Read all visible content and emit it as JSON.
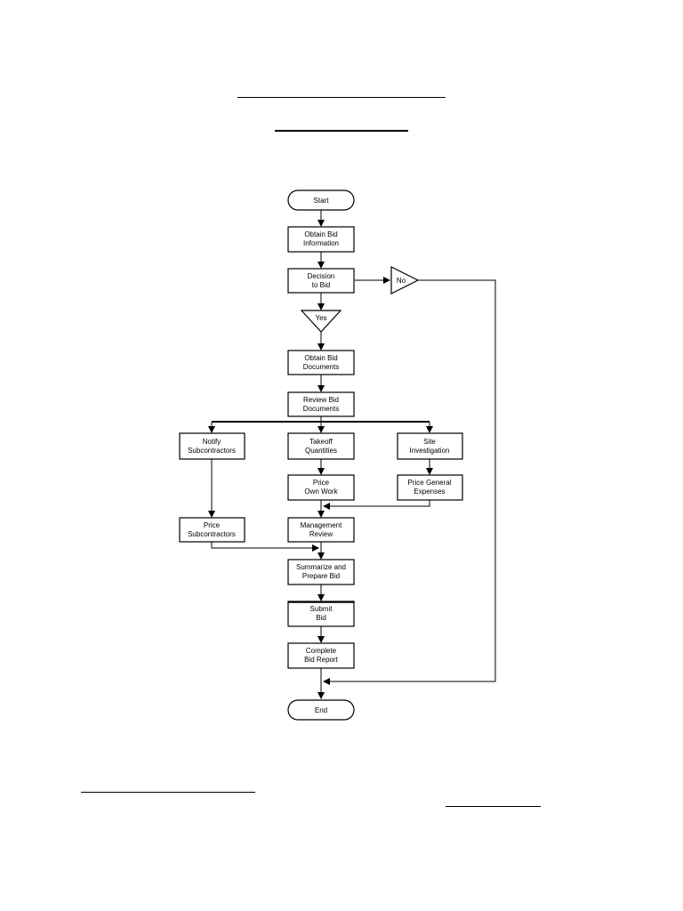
{
  "header": {
    "title_blank": "",
    "subtitle_blank": ""
  },
  "flowchart": {
    "nodes": {
      "start": "Start",
      "obtain_bid_info": [
        "Obtain Bid",
        "Information"
      ],
      "decision_to_bid": [
        "Decision",
        "to Bid"
      ],
      "no": "No",
      "yes": "Yes",
      "obtain_bid_docs": [
        "Obtain Bid",
        "Documents"
      ],
      "review_bid_docs": [
        "Review Bid",
        "Documents"
      ],
      "notify_subs": [
        "Notify",
        "Subcontractors"
      ],
      "takeoff_quantities": [
        "Takeoff",
        "Quantities"
      ],
      "site_investigation": [
        "Site",
        "Investigation"
      ],
      "price_own_work": [
        "Price",
        "Own Work"
      ],
      "price_general_expenses": [
        "Price General",
        "Expenses"
      ],
      "price_subs": [
        "Price",
        "Subcontractors"
      ],
      "management_review": [
        "Management",
        "Review"
      ],
      "summarize_prepare_bid": [
        "Summarize and",
        "Prepare Bid"
      ],
      "submit_bid": [
        "Submit",
        "Bid"
      ],
      "complete_bid_report": [
        "Complete",
        "Bid Report"
      ],
      "end": "End"
    }
  },
  "footer": {
    "signature_blank": "",
    "date_blank": ""
  }
}
